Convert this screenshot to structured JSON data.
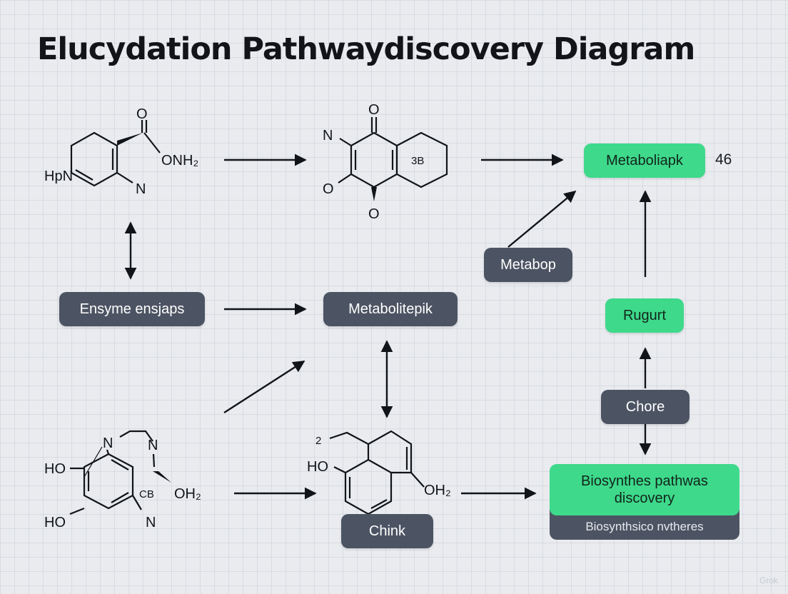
{
  "title": "Elucydation Pathwaydiscovery Diagram",
  "nodes": {
    "enzyme": "Ensyme ensjaps",
    "metabolitepik": "Metabolitepik",
    "metaboliapk": "Metaboliapk",
    "metabop": "Metabop",
    "rugurt": "Rugurt",
    "chore": "Chore",
    "chink": "Chink",
    "biosynthes_line1": "Biosynthes pathwas",
    "biosynthes_line2": "discovery",
    "biosynthsico": "Biosynthsico nvtheres"
  },
  "side_number": "46",
  "molecules": {
    "m1": {
      "o_top": "O",
      "onh2": "ONH₂",
      "hpn": "HpN",
      "n": "N"
    },
    "m2": {
      "o_top": "O",
      "n": "N",
      "label": "3B",
      "o_left": "O",
      "o_bottom": "O"
    },
    "m3": {
      "n1": "N",
      "n2": "N",
      "ho_top": "HO",
      "label": "CB",
      "oh2": "OH₂",
      "ho_bottom": "HO",
      "n3": "N"
    },
    "m4": {
      "num": "2",
      "ho": "HO",
      "oh2": "OH₂"
    }
  },
  "watermark": "Grok",
  "colors": {
    "dark_node": "#4c5463",
    "green_node": "#3ed98b",
    "background": "#e9ebef"
  }
}
